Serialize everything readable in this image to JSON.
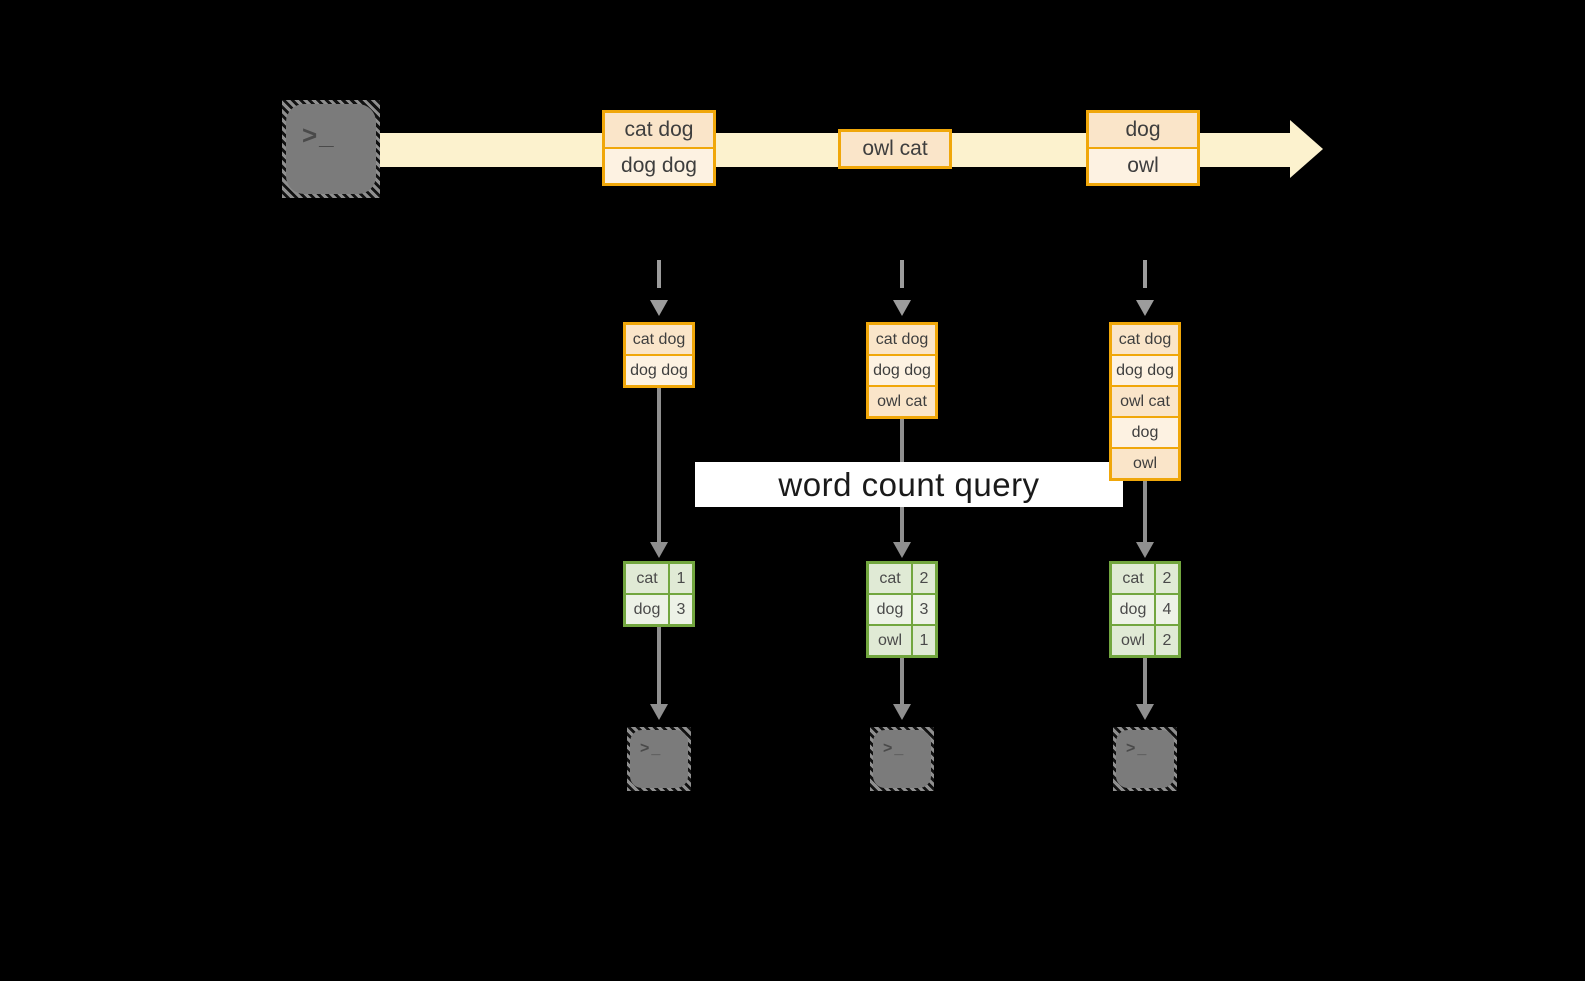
{
  "banner": {
    "label": "word count query"
  },
  "stream": {
    "events": [
      {
        "rows": [
          "cat dog",
          "dog dog"
        ]
      },
      {
        "rows": [
          "owl cat"
        ]
      },
      {
        "rows": [
          "dog",
          "owl"
        ]
      }
    ]
  },
  "columns": [
    {
      "buffer": [
        "cat dog",
        "dog dog"
      ],
      "counts": [
        {
          "word": "cat",
          "count": "1"
        },
        {
          "word": "dog",
          "count": "3"
        }
      ]
    },
    {
      "buffer": [
        "cat dog",
        "dog dog",
        "owl cat"
      ],
      "counts": [
        {
          "word": "cat",
          "count": "2"
        },
        {
          "word": "dog",
          "count": "3"
        },
        {
          "word": "owl",
          "count": "1"
        }
      ]
    },
    {
      "buffer": [
        "cat dog",
        "dog dog",
        "owl cat",
        "dog",
        "owl"
      ],
      "counts": [
        {
          "word": "cat",
          "count": "2"
        },
        {
          "word": "dog",
          "count": "4"
        },
        {
          "word": "owl",
          "count": "2"
        }
      ]
    }
  ],
  "icons": {
    "terminal_prompt": ">_"
  },
  "colors": {
    "amber_border": "#F0A70A",
    "peach_fill": "#FAE5C9",
    "cream_fill": "#FDF2E2",
    "stream_bar": "#FCF2CE",
    "green_border": "#72A63F",
    "sage_fill": "#E0EAD5",
    "sage_light_fill": "#EDF2E7",
    "arrow_gray": "#8F8F8F",
    "terminal_gray": "#7B7B7B",
    "banner_bg": "#FFFFFF",
    "background": "#000000"
  }
}
